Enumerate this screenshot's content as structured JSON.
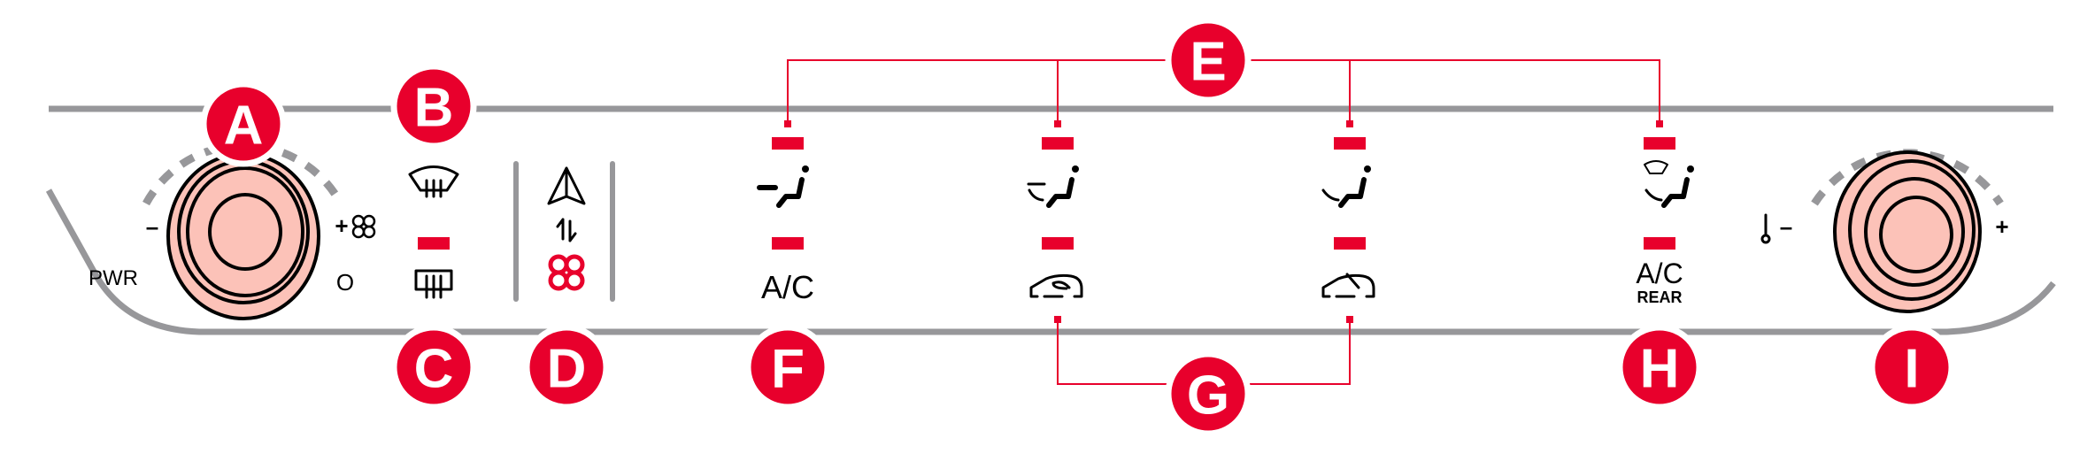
{
  "callouts": {
    "a": "A",
    "b": "B",
    "c": "C",
    "d": "D",
    "e": "E",
    "f": "F",
    "g": "G",
    "h": "H",
    "i": "I"
  },
  "fan_knob": {
    "minus": "–",
    "plus": "+",
    "power": "PWR",
    "off": "O"
  },
  "buttons": {
    "ac": "A/C",
    "ac_rear_main": "A/C",
    "ac_rear_sub": "REAR"
  },
  "temp_knob": {
    "minus": "–",
    "plus": "+"
  },
  "colors": {
    "accent": "#e8002c",
    "panel": "#97979a",
    "knob": "#fcc2b8"
  },
  "icons": [
    "fan-speed-knob",
    "windshield-defrost-icon",
    "rear-defrost-icon",
    "recirculation-icon",
    "fan-icon",
    "face-vent-icon",
    "face-foot-vent-icon",
    "foot-vent-icon",
    "foot-defrost-vent-icon",
    "recirculate-air-icon",
    "fresh-air-icon",
    "thermometer-icon",
    "temperature-knob"
  ]
}
